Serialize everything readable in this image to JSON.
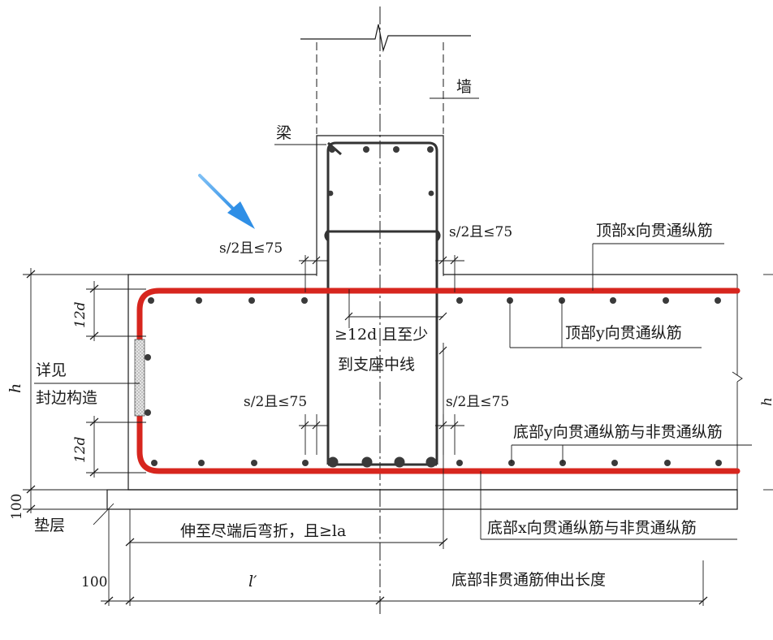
{
  "labels": {
    "wall": "墙",
    "beam": "梁",
    "spacing_top_left": "s/2且≤75",
    "spacing_top_right": "s/2且≤75",
    "spacing_bot_left": "s/2且≤75",
    "spacing_bot_right": "s/2且≤75",
    "top_x_rebar": "顶部x向贯通纵筋",
    "top_y_rebar": "顶部y向贯通纵筋",
    "anchor_line1": "≥12d 且至少",
    "anchor_line2": "到支座中线",
    "edge_line1": "详见",
    "edge_line2": "封边构造",
    "dim_12d_top": "12d",
    "dim_12d_bot": "12d",
    "dim_h": "h",
    "dim_h_right": "h",
    "dim_100_left": "100",
    "bottom_y_rebar": "底部y向贯通纵筋与非贯通纵筋",
    "bottom_x_rebar": "底部x向贯通纵筋与非贯通纵筋",
    "cushion": "垫层",
    "extend_bend": "伸至尽端后弯折，且≥la",
    "dim_100_bottom": "100",
    "dim_lprime": "l′",
    "bottom_nonthrough": "底部非贯通筋伸出长度"
  },
  "colors": {
    "rebar": "#d7261e",
    "arrow": "#2f8fe6",
    "edge_hatch": "#bdbdbd"
  }
}
